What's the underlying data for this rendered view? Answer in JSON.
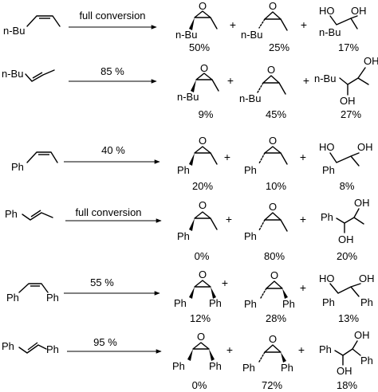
{
  "reactions": [
    {
      "substrate": "n-Bu",
      "condition": "full conversion",
      "products": [
        {
          "label": "n-Bu",
          "yield": "50%"
        },
        {
          "label": "n-Bu",
          "yield": "25%"
        },
        {
          "label": "n-Bu",
          "oh1": "HO",
          "oh2": "OH",
          "yield": "17%"
        }
      ]
    },
    {
      "substrate": "n-Bu",
      "condition": "85 %",
      "products": [
        {
          "label": "n-Bu",
          "yield": "9%"
        },
        {
          "label": "n-Bu",
          "yield": "45%"
        },
        {
          "label": "n-Bu",
          "oh1": "OH",
          "oh2": "OH",
          "yield": "27%"
        }
      ]
    },
    {
      "substrate": "Ph",
      "condition": "40 %",
      "products": [
        {
          "label": "Ph",
          "yield": "20%"
        },
        {
          "label": "Ph",
          "yield": "10%"
        },
        {
          "label": "Ph",
          "oh1": "HO",
          "oh2": "OH",
          "yield": "8%"
        }
      ]
    },
    {
      "substrate": "Ph",
      "condition": "full conversion",
      "products": [
        {
          "label": "Ph",
          "yield": "0%"
        },
        {
          "label": "Ph",
          "yield": "80%"
        },
        {
          "label": "Ph",
          "oh1": "OH",
          "oh2": "OH",
          "yield": "20%"
        }
      ]
    },
    {
      "substrate": "Ph",
      "substrate2": "Ph",
      "condition": "55 %",
      "products": [
        {
          "label": "Ph",
          "label2": "Ph",
          "yield": "12%"
        },
        {
          "label": "Ph",
          "label2": "Ph",
          "yield": "28%"
        },
        {
          "label": "Ph",
          "label2": "Ph",
          "oh1": "HO",
          "oh2": "OH",
          "yield": "13%"
        }
      ]
    },
    {
      "substrate": "Ph",
      "substrate2": "Ph",
      "condition": "95 %",
      "products": [
        {
          "label": "Ph",
          "label2": "Ph",
          "yield": "0%"
        },
        {
          "label": "Ph",
          "label2": "Ph",
          "yield": "72%"
        },
        {
          "label": "Ph",
          "label2": "Ph",
          "oh1": "OH",
          "oh2": "OH",
          "yield": "18%"
        }
      ]
    }
  ],
  "epoxide_atom": "O",
  "plus_sign": "+"
}
